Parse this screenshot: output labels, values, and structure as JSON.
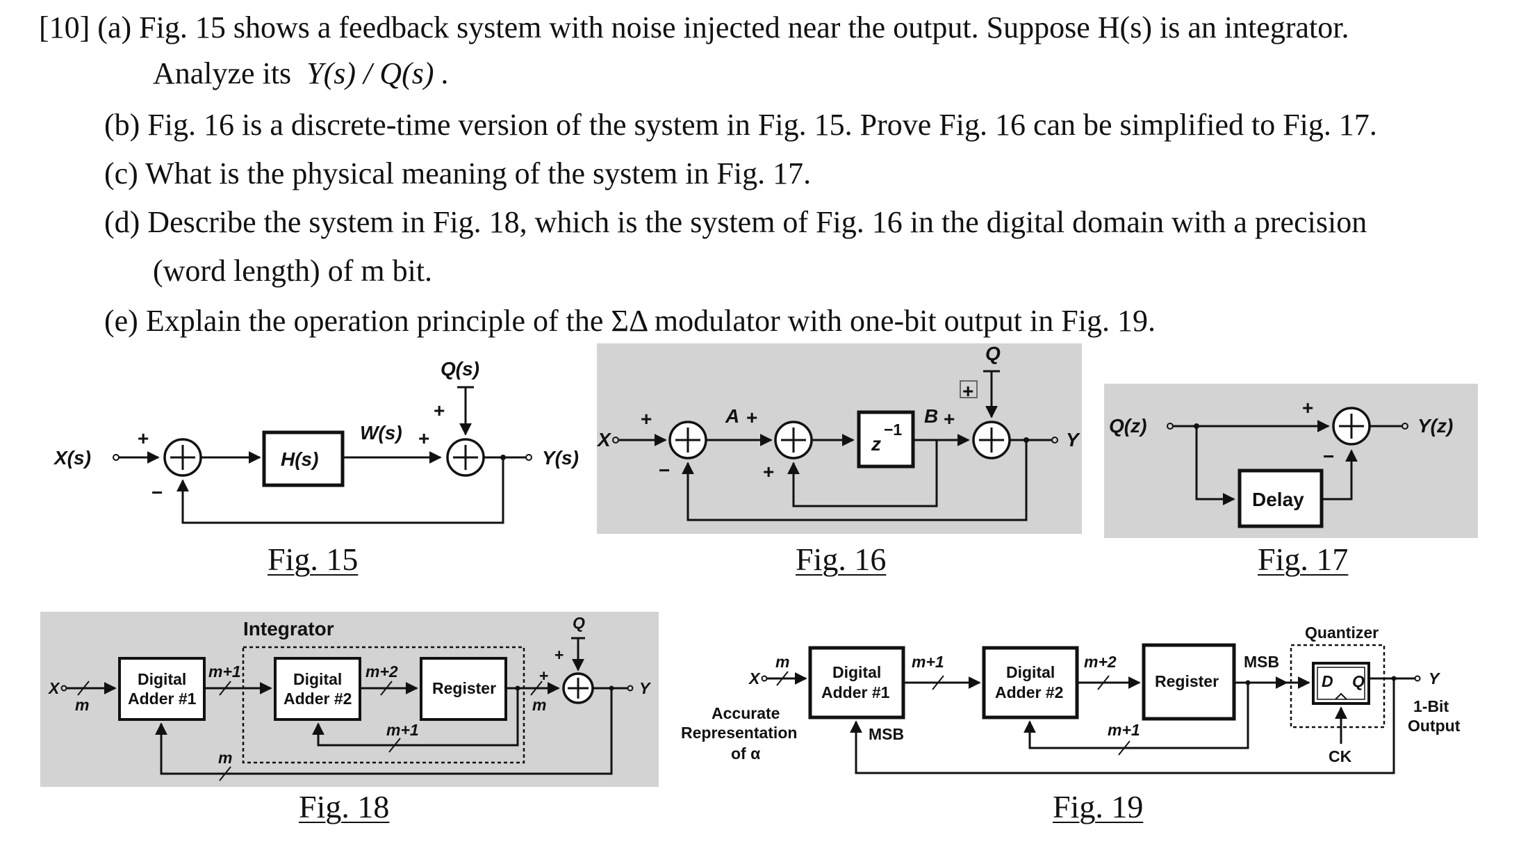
{
  "problem": {
    "line_a1": "[10] (a) Fig. 15 shows a feedback system with noise injected near the output. Suppose H(s) is an integrator.",
    "line_a2_text": "Analyze its",
    "line_a2_math": "Y(s) / Q(s) .",
    "line_b": "(b) Fig. 16 is a discrete-time version of the system in Fig. 15. Prove Fig. 16 can be simplified to Fig. 17.",
    "line_c": "(c) What is the physical meaning of the system in Fig. 17.",
    "line_d1": "(d) Describe the system in Fig. 18, which is the system of Fig. 16 in the digital domain with a precision",
    "line_d2": "(word length) of m bit.",
    "line_e": "(e) Explain the operation principle of the ΣΔ modulator with one-bit output in Fig. 19."
  },
  "fig15": {
    "caption": "Fig. 15",
    "input": "X(s)",
    "block": "H(s)",
    "w": "W(s)",
    "noise": "Q(s)",
    "output": "Y(s)",
    "plus": "+",
    "minus": "−"
  },
  "fig16": {
    "caption": "Fig. 16",
    "input": "X",
    "a": "A",
    "b": "B",
    "delay": "z",
    "delay_exp": "−1",
    "noise": "Q",
    "output": "Y",
    "plus": "+",
    "minus": "−"
  },
  "fig17": {
    "caption": "Fig. 17",
    "input": "Q(z)",
    "block": "Delay",
    "output": "Y(z)",
    "plus": "+",
    "minus": "−"
  },
  "fig18": {
    "caption": "Fig. 18",
    "input": "X",
    "integrator": "Integrator",
    "adder1": [
      "Digital",
      "Adder #1"
    ],
    "adder2": [
      "Digital",
      "Adder #2"
    ],
    "register": "Register",
    "m": "m",
    "m1": "m+1",
    "m2": "m+2",
    "noise": "Q",
    "output": "Y",
    "plus": "+"
  },
  "fig19": {
    "caption": "Fig. 19",
    "input": "X",
    "m": "m",
    "m1": "m+1",
    "m2": "m+2",
    "adder1": [
      "Digital",
      "Adder #1"
    ],
    "adder2": [
      "Digital",
      "Adder #2"
    ],
    "register": "Register",
    "msb": "MSB",
    "quantizer": "Quantizer",
    "d": "D",
    "q": "Q",
    "ck": "CK",
    "output": "Y",
    "output_note": [
      "1-Bit",
      "Output"
    ],
    "accurate": [
      "Accurate",
      "Representation",
      "of α"
    ]
  },
  "colors": {
    "panel_gray": "#d3d3d3",
    "ink": "#111111"
  }
}
